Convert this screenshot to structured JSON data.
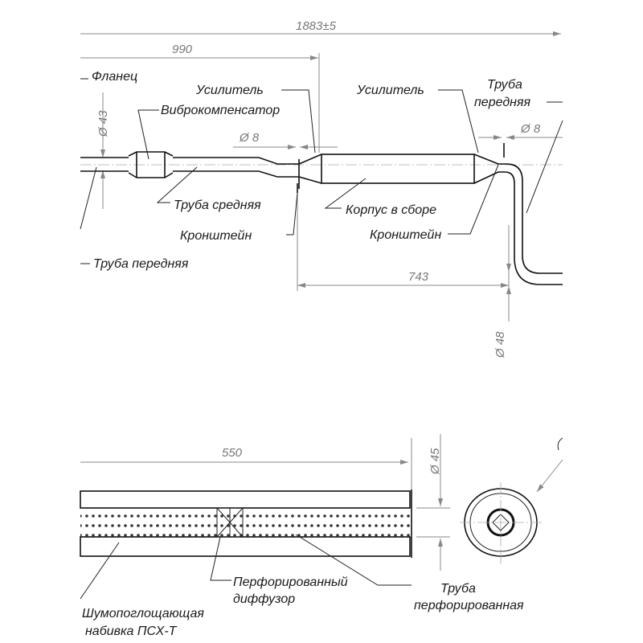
{
  "top_drawing": {
    "dimensions": {
      "overall_length": "1883±5",
      "to_muffler": "990",
      "between_brackets": "743",
      "front_diameter": "Ø 43",
      "bracket_diameter_left": "Ø 8",
      "bracket_diameter_right": "Ø 8",
      "rear_diameter": "Ø 48"
    },
    "labels": {
      "flange": "Фланец",
      "reinforcer_left": "Усилитель",
      "vibrocompensator": "Виброкомпенсатор",
      "reinforcer_right": "Усилитель",
      "front_pipe_right_1": "Труба",
      "front_pipe_right_2": "передняя",
      "middle_pipe": "Труба средняя",
      "muffler_body": "Корпус в сборе",
      "bracket_left": "Кронштейн",
      "bracket_right": "Кронштейн",
      "front_pipe_left": "Труба передняя"
    }
  },
  "section_drawing": {
    "dimensions": {
      "length": "550",
      "inner_diameter": "Ø 45"
    },
    "labels": {
      "diffuser_1": "Перфорированный",
      "diffuser_2": "диффузор",
      "perf_pipe_1": "Труба",
      "perf_pipe_2": "перфорированная",
      "packing_1": "Шумопоглощающая",
      "packing_2": "набивка ПСХ-Т"
    }
  }
}
